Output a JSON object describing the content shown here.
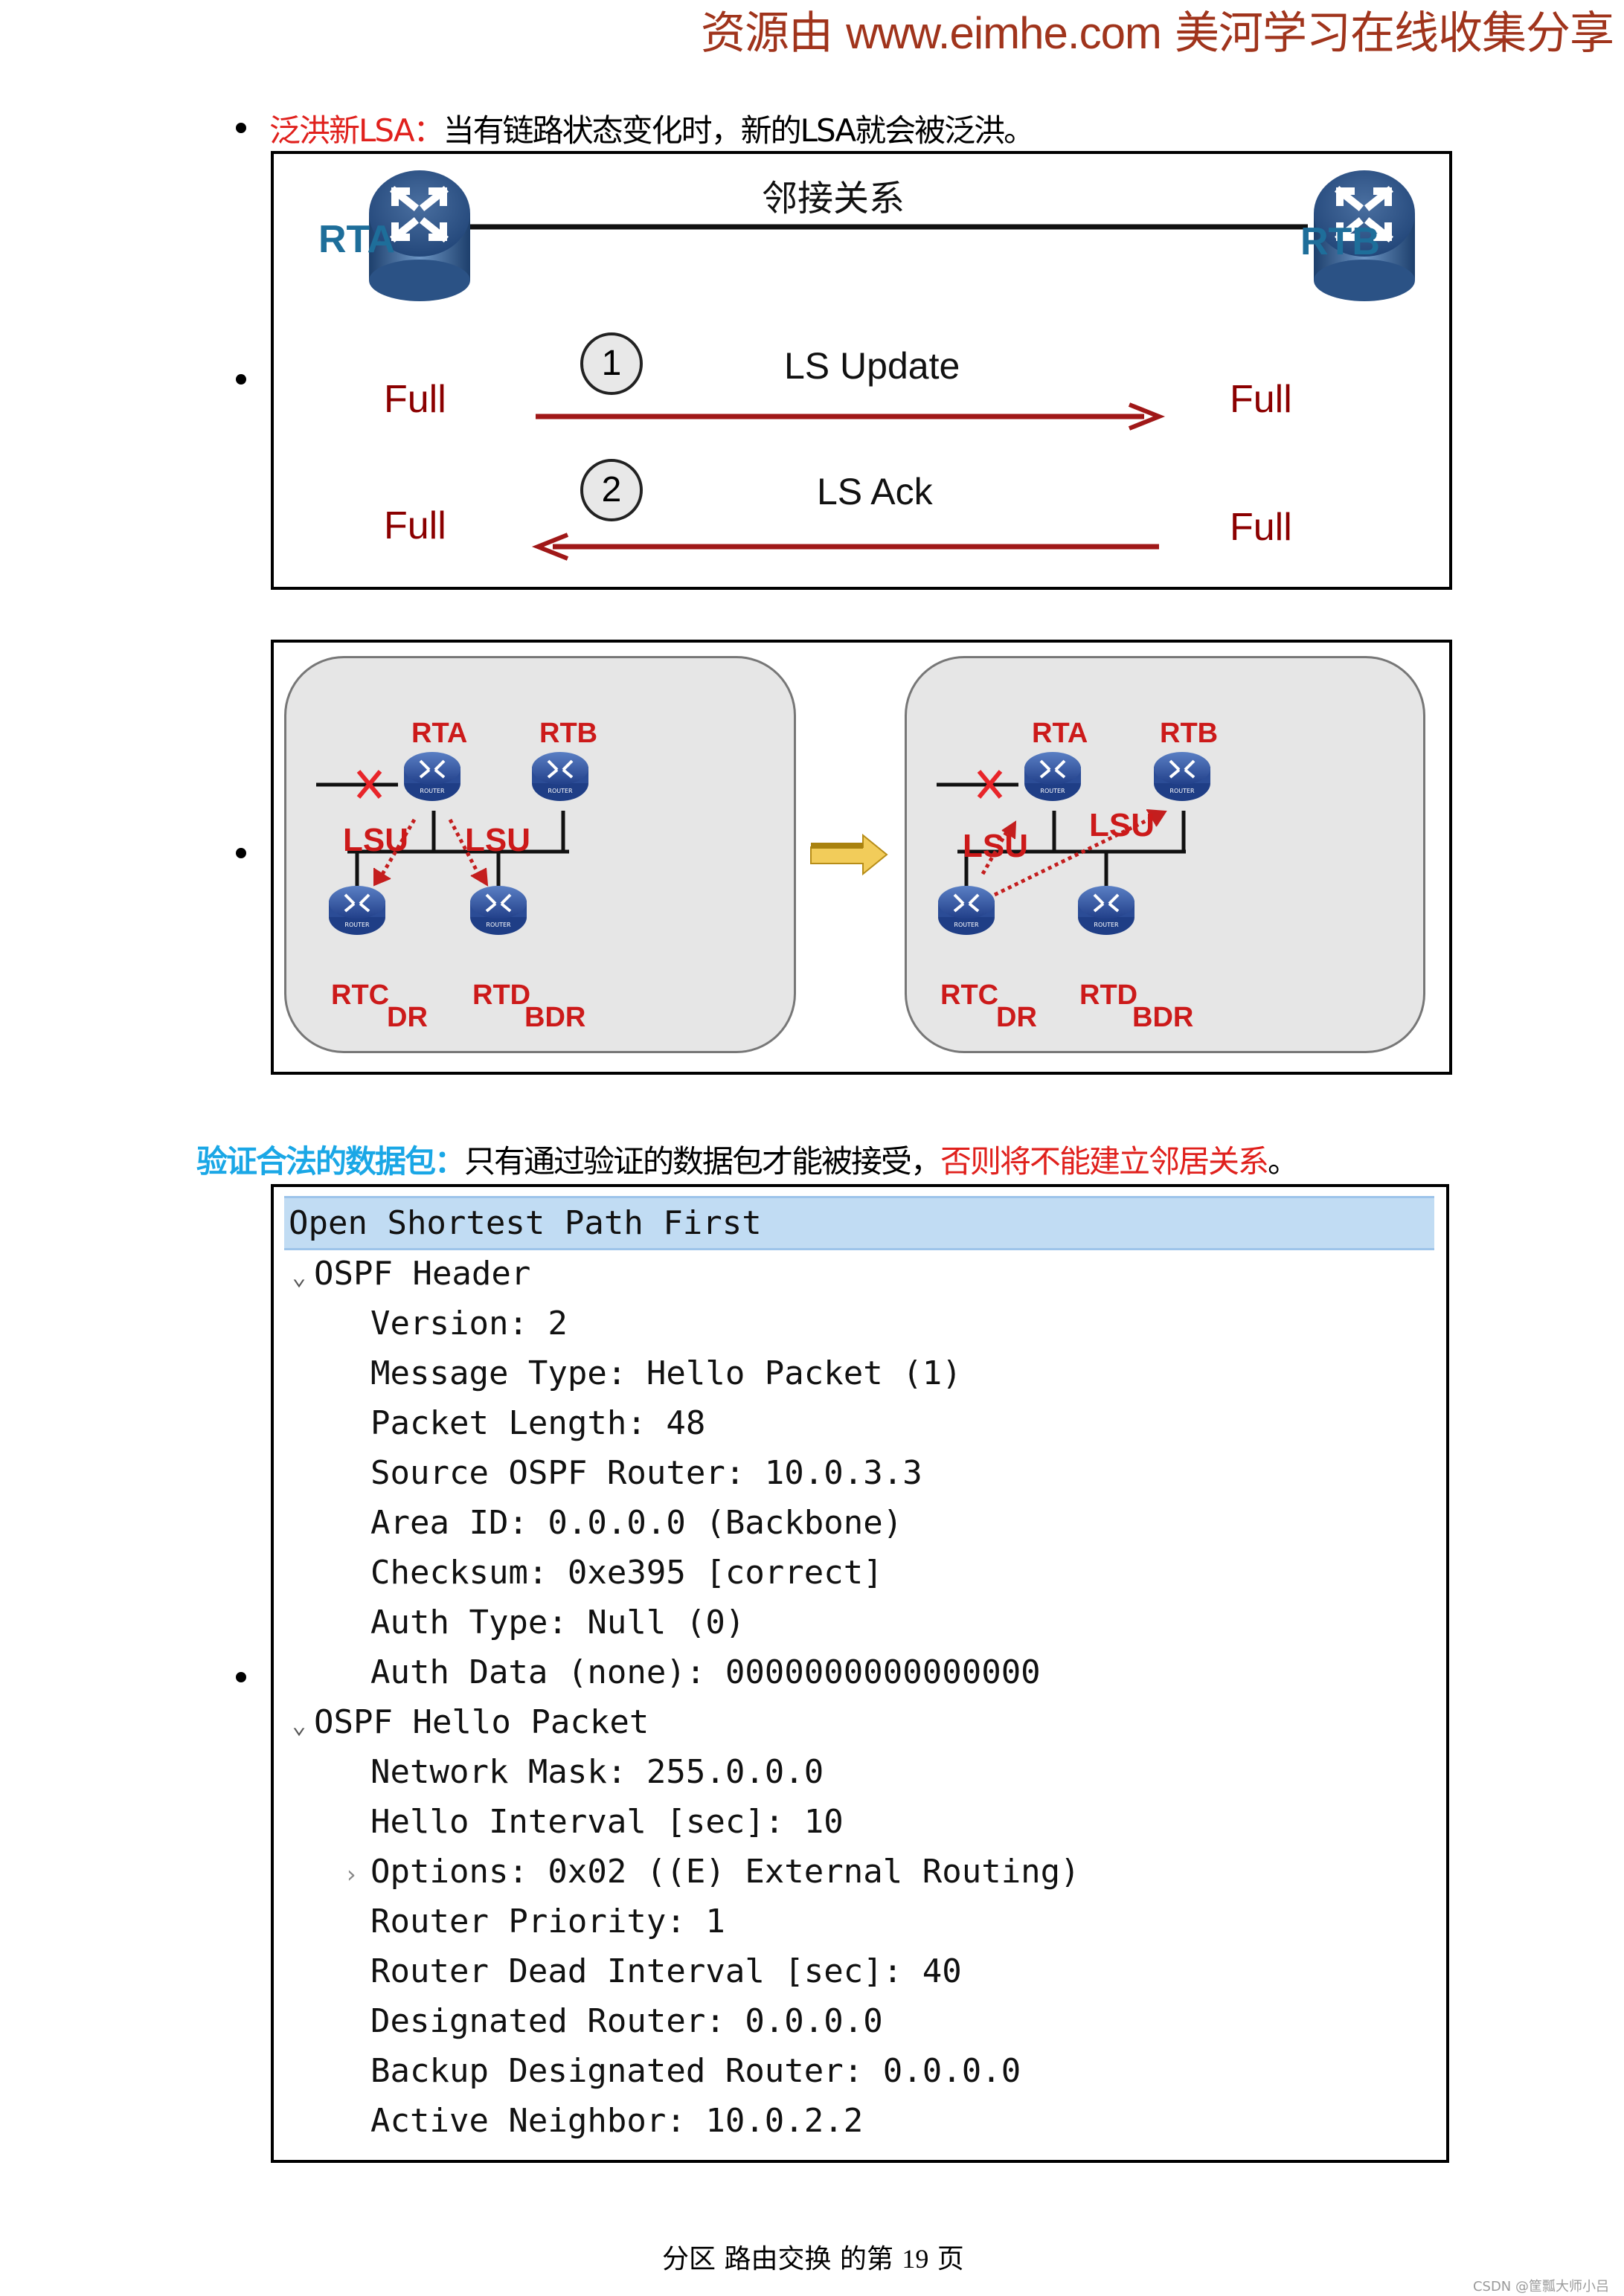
{
  "watermark": {
    "prefix": "资源由 ",
    "url": "www.eimhe.com",
    "suffix": " 美河学习在线收集分享",
    "color": "#a0341c"
  },
  "section1": {
    "highlight": "泛洪新LSA：",
    "text": "当有链路状态变化时，新的LSA就会被泛洪。",
    "highlight_color": "#e0201c"
  },
  "diagram1": {
    "router_left": "RTA",
    "router_right": "RTB",
    "link_label": "邻接关系",
    "steps": [
      {
        "number": "1",
        "label": "LS Update",
        "direction": "right",
        "left_state": "Full",
        "right_state": "Full"
      },
      {
        "number": "2",
        "label": "LS Ack",
        "direction": "left",
        "left_state": "Full",
        "right_state": "Full"
      }
    ],
    "arrow_color": "#a01818"
  },
  "diagram2": {
    "panels": [
      {
        "routers": [
          "RTA",
          "RTB",
          "RTC",
          "RTD"
        ],
        "roles": {
          "RTC": "DR",
          "RTD": "BDR"
        },
        "lsu_labels": [
          "LSU",
          "LSU"
        ],
        "flows": [
          "RTA→RTC",
          "RTA→RTD"
        ],
        "failed_link": "RTA external link"
      },
      {
        "routers": [
          "RTA",
          "RTB",
          "RTC",
          "RTD"
        ],
        "roles": {
          "RTC": "DR",
          "RTD": "BDR"
        },
        "lsu_labels": [
          "LSU",
          "LSU"
        ],
        "flows": [
          "RTC→RTA",
          "RTC→RTB"
        ],
        "failed_link": "RTA external link"
      }
    ],
    "router_badge": "ROUTER",
    "label_color": "#cc1a1a"
  },
  "section2": {
    "highlight": "验证合法的数据包：",
    "text": "只有通过验证的数据包才能被接受，",
    "warning": "否则将不能建立邻居关系",
    "end": "。",
    "highlight_color": "#1aa7e6",
    "warning_color": "#e0201c"
  },
  "packet": {
    "title": "Open Shortest Path First",
    "sections": [
      {
        "name": "OSPF Header",
        "expanded": true,
        "fields": [
          {
            "text": "Version: 2"
          },
          {
            "text": "Message Type: Hello Packet (1)"
          },
          {
            "text": "Packet Length: 48"
          },
          {
            "text": "Source OSPF Router: 10.0.3.3"
          },
          {
            "text": "Area ID: 0.0.0.0 (Backbone)"
          },
          {
            "text": "Checksum: 0xe395 [correct]"
          },
          {
            "text": "Auth Type: Null (0)"
          },
          {
            "text": "Auth Data (none): 0000000000000000"
          }
        ]
      },
      {
        "name": "OSPF Hello Packet",
        "expanded": true,
        "fields": [
          {
            "text": "Network Mask: 255.0.0.0"
          },
          {
            "text": "Hello Interval [sec]: 10"
          },
          {
            "text": "Options: 0x02 ((E) External Routing)",
            "collapsible": true
          },
          {
            "text": "Router Priority: 1"
          },
          {
            "text": "Router Dead Interval [sec]: 40"
          },
          {
            "text": "Designated Router: 0.0.0.0"
          },
          {
            "text": "Backup Designated Router: 0.0.0.0"
          },
          {
            "text": "Active Neighbor: 10.0.2.2"
          }
        ]
      }
    ],
    "icons": {
      "expanded": "chevron-down-icon",
      "collapsed": "chevron-right-icon"
    }
  },
  "footer": {
    "prefix": "分区 路由交换 的第 ",
    "page": "19",
    "suffix": " 页",
    "credit": "CSDN @筐瓢大师小吕"
  }
}
